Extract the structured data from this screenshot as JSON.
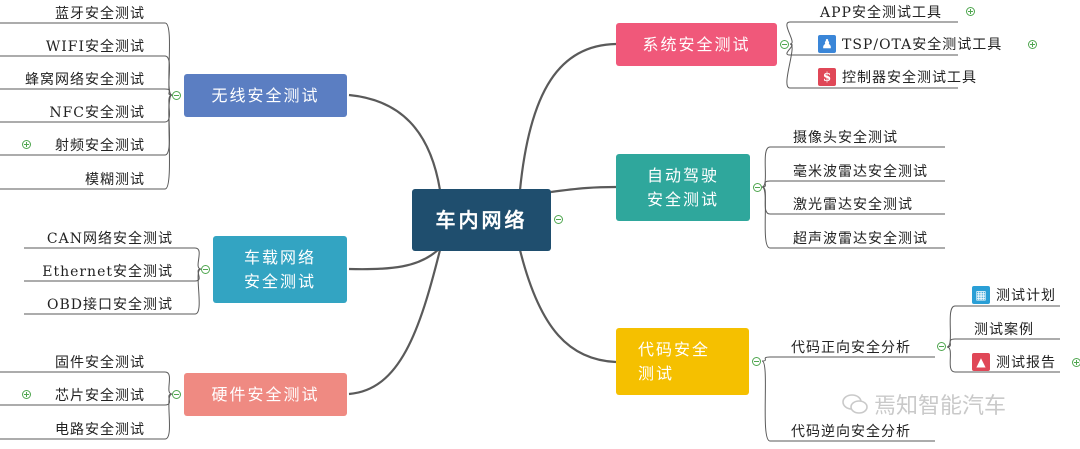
{
  "center": {
    "label": "车内网络"
  },
  "colors": {
    "center": "#1f4e6e",
    "wireless": "#5b7ec2",
    "vehicle_net": "#33a4c2",
    "hardware": "#ef8a82",
    "system": "#f0587a",
    "autodrive": "#2fa79c",
    "code": "#f5c000",
    "line": "#5a5a5a",
    "toggle": "#4fa64f"
  },
  "left": {
    "wireless": {
      "label": "无线安全测试",
      "items": [
        "蓝牙安全测试",
        "WIFI安全测试",
        "蜂窝网络安全测试",
        "NFC安全测试",
        "射频安全测试",
        "模糊测试"
      ]
    },
    "vehicle_net": {
      "label_line1": "车载网络",
      "label_line2": "安全测试",
      "items": [
        "CAN网络安全测试",
        "Ethernet安全测试",
        "OBD接口安全测试"
      ]
    },
    "hardware": {
      "label": "硬件安全测试",
      "items": [
        "固件安全测试",
        "芯片安全测试",
        "电路安全测试"
      ]
    }
  },
  "right": {
    "system": {
      "label": "系统安全测试",
      "items": [
        "APP安全测试工具",
        "TSP/OTA安全测试工具",
        "控制器安全测试工具"
      ]
    },
    "autodrive": {
      "label_line1": "自动驾驶",
      "label_line2": "安全测试",
      "items": [
        "摄像头安全测试",
        "毫米波雷达安全测试",
        "激光雷达安全测试",
        "超声波雷达安全测试"
      ]
    },
    "code": {
      "label_line1": "代码安全",
      "label_line2": "测试",
      "forward": "代码正向安全分析",
      "reverse": "代码逆向安全分析",
      "forward_items": [
        "测试计划",
        "测试案例",
        "测试报告"
      ]
    }
  },
  "watermark": "焉知智能汽车"
}
